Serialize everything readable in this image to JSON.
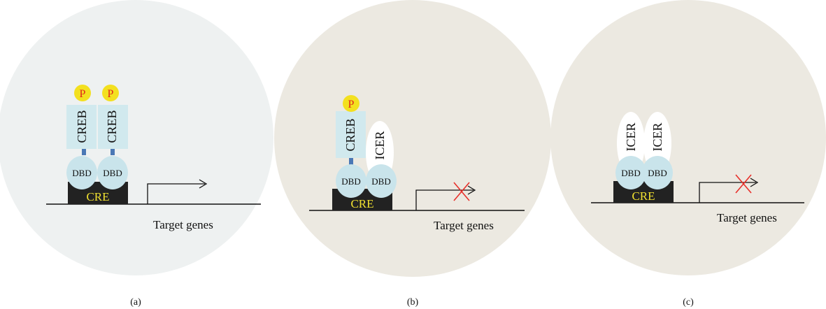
{
  "panels": [
    {
      "caption": "(a)",
      "proteins": [
        {
          "name": "CREB",
          "phospho": "P",
          "domain": "DBD"
        },
        {
          "name": "CREB",
          "phospho": "P",
          "domain": "DBD"
        }
      ],
      "element": "CRE",
      "target": "Target genes",
      "blocked": false,
      "background": "#eef1f1"
    },
    {
      "caption": "(b)",
      "proteins": [
        {
          "name": "CREB",
          "phospho": "P",
          "domain": "DBD"
        },
        {
          "name": "ICER",
          "phospho": "",
          "domain": "DBD"
        }
      ],
      "element": "CRE",
      "target": "Target genes",
      "blocked": true,
      "background": "#ece9e1"
    },
    {
      "caption": "(c)",
      "proteins": [
        {
          "name": "ICER",
          "phospho": "",
          "domain": "DBD"
        },
        {
          "name": "ICER",
          "phospho": "",
          "domain": "DBD"
        }
      ],
      "element": "CRE",
      "target": "Target genes",
      "blocked": true,
      "background": "#ece9e1"
    }
  ],
  "colors": {
    "creb_box": "#d1e9ee",
    "dbd": "#c9e4eb",
    "phospho_fill": "#f3e01f",
    "phospho_text": "#e0261b",
    "linker": "#4a78b5",
    "cre_box": "#222222",
    "cre_text": "#f0e030",
    "icer": "#ffffff",
    "block_x": "#e8302a"
  }
}
